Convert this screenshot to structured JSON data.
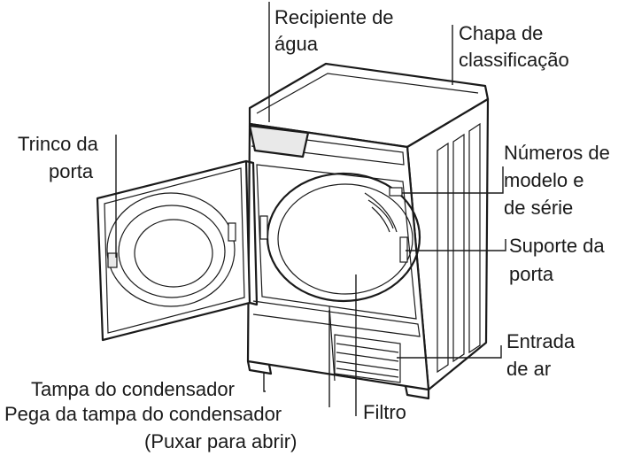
{
  "labels": {
    "recipiente": [
      "Recipiente de",
      "água"
    ],
    "chapa": [
      "Chapa de",
      "classificação"
    ],
    "trinco": [
      "Trinco da",
      "porta"
    ],
    "numeros": [
      "Números de",
      "modelo e",
      "de série"
    ],
    "suporte": [
      "Suporte da",
      "porta"
    ],
    "entrada": [
      "Entrada",
      "de ar"
    ],
    "tampa": [
      "Tampa do condensador"
    ],
    "pega": [
      "Pega da tampa do condensador",
      "(Puxar para abrir)"
    ],
    "filtro": [
      "Filtro"
    ]
  }
}
